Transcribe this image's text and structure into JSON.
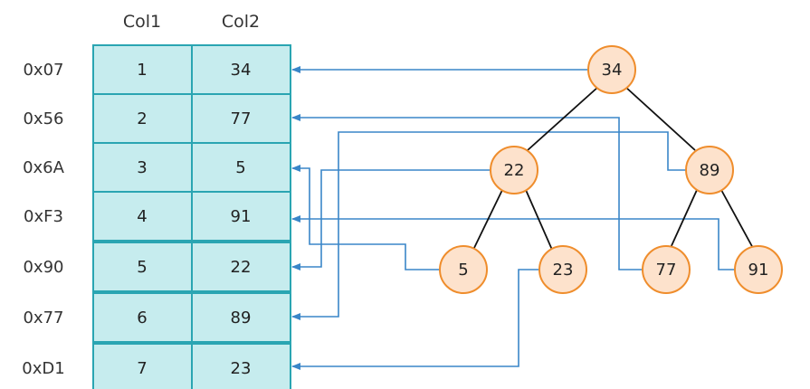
{
  "table": {
    "columns": [
      "Col1",
      "Col2"
    ],
    "rows": [
      {
        "address": "0x07",
        "col1": "1",
        "col2": "34"
      },
      {
        "address": "0x56",
        "col1": "2",
        "col2": "77"
      },
      {
        "address": "0x6A",
        "col1": "3",
        "col2": "5"
      },
      {
        "address": "0xF3",
        "col1": "4",
        "col2": "91"
      },
      {
        "address": "0x90",
        "col1": "5",
        "col2": "22"
      },
      {
        "address": "0x77",
        "col1": "6",
        "col2": "89"
      },
      {
        "address": "0xD1",
        "col1": "7",
        "col2": "23"
      }
    ]
  },
  "tree": {
    "nodes": [
      {
        "id": "n34",
        "label": "34"
      },
      {
        "id": "n22",
        "label": "22"
      },
      {
        "id": "n89",
        "label": "89"
      },
      {
        "id": "n5",
        "label": "5"
      },
      {
        "id": "n23",
        "label": "23"
      },
      {
        "id": "n77",
        "label": "77"
      },
      {
        "id": "n91",
        "label": "91"
      }
    ],
    "edges": [
      {
        "from": "n34",
        "to": "n22"
      },
      {
        "from": "n34",
        "to": "n89"
      },
      {
        "from": "n22",
        "to": "n5"
      },
      {
        "from": "n22",
        "to": "n23"
      },
      {
        "from": "n89",
        "to": "n77"
      },
      {
        "from": "n89",
        "to": "n91"
      }
    ],
    "pointers": [
      {
        "from": "n34",
        "to_row": 0
      },
      {
        "from": "n77",
        "to_row": 1
      },
      {
        "from": "n5",
        "to_row": 2
      },
      {
        "from": "n91",
        "to_row": 3
      },
      {
        "from": "n22",
        "to_row": 4
      },
      {
        "from": "n89",
        "to_row": 5
      },
      {
        "from": "n23",
        "to_row": 6
      }
    ]
  },
  "colors": {
    "cell_fill": "#c6ecee",
    "cell_stroke": "#2aa5b2",
    "node_fill": "#fde2cc",
    "node_stroke": "#ef8d2c",
    "pointer": "#3a86c8",
    "edge": "#111111"
  }
}
